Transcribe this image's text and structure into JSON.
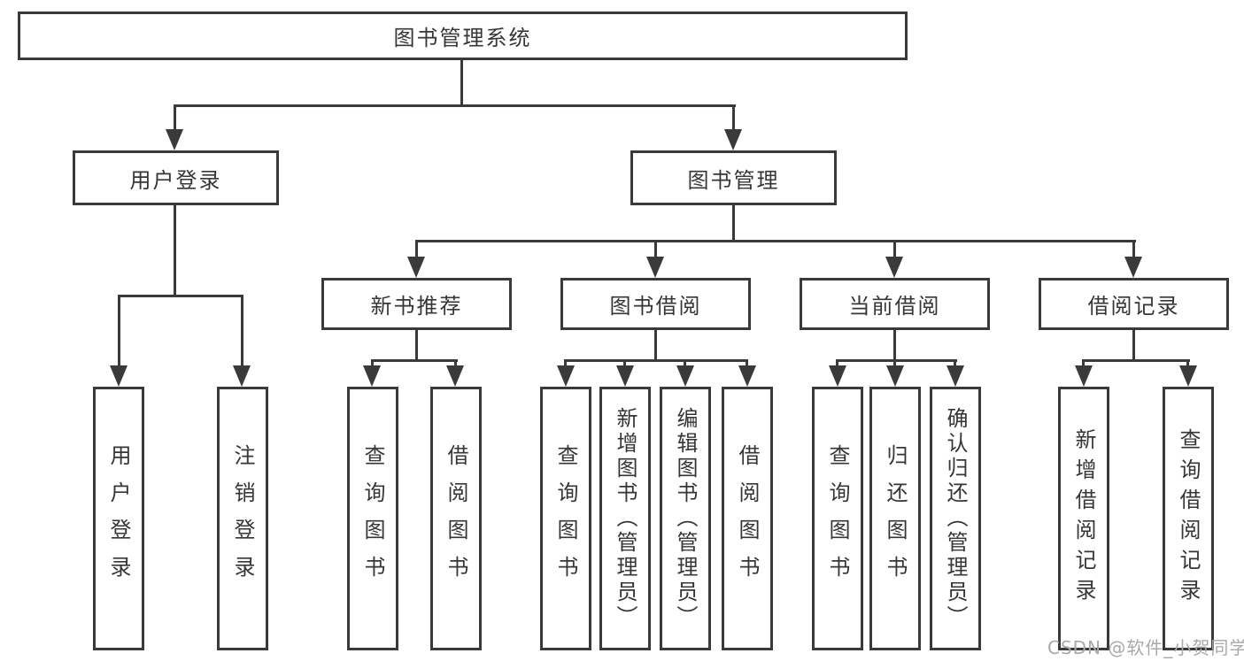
{
  "diagram": {
    "root": {
      "label": "图书管理系统"
    },
    "branches": [
      {
        "label": "用户登录",
        "children": [
          {
            "label": "用户登录"
          },
          {
            "label": "注销登录"
          }
        ]
      },
      {
        "label": "图书管理",
        "children": [
          {
            "label": "新书推荐",
            "children": [
              {
                "label": "查询图书"
              },
              {
                "label": "借阅图书"
              }
            ]
          },
          {
            "label": "图书借阅",
            "children": [
              {
                "label": "查询图书"
              },
              {
                "label": "新增图书（管理员）"
              },
              {
                "label": "编辑图书（管理员）"
              },
              {
                "label": "借阅图书"
              }
            ]
          },
          {
            "label": "当前借阅",
            "children": [
              {
                "label": "查询图书"
              },
              {
                "label": "归还图书"
              },
              {
                "label": "确认归还（管理员）"
              }
            ]
          },
          {
            "label": "借阅记录",
            "children": [
              {
                "label": "新增借阅记录"
              },
              {
                "label": "查询借阅记录"
              }
            ]
          }
        ]
      }
    ]
  },
  "watermark": {
    "text": "CSDN @软件_小贺同学"
  },
  "colors": {
    "line": "#3a3a3a",
    "text": "#363636",
    "background": "#ffffff",
    "watermark": "#a9a9a9"
  }
}
